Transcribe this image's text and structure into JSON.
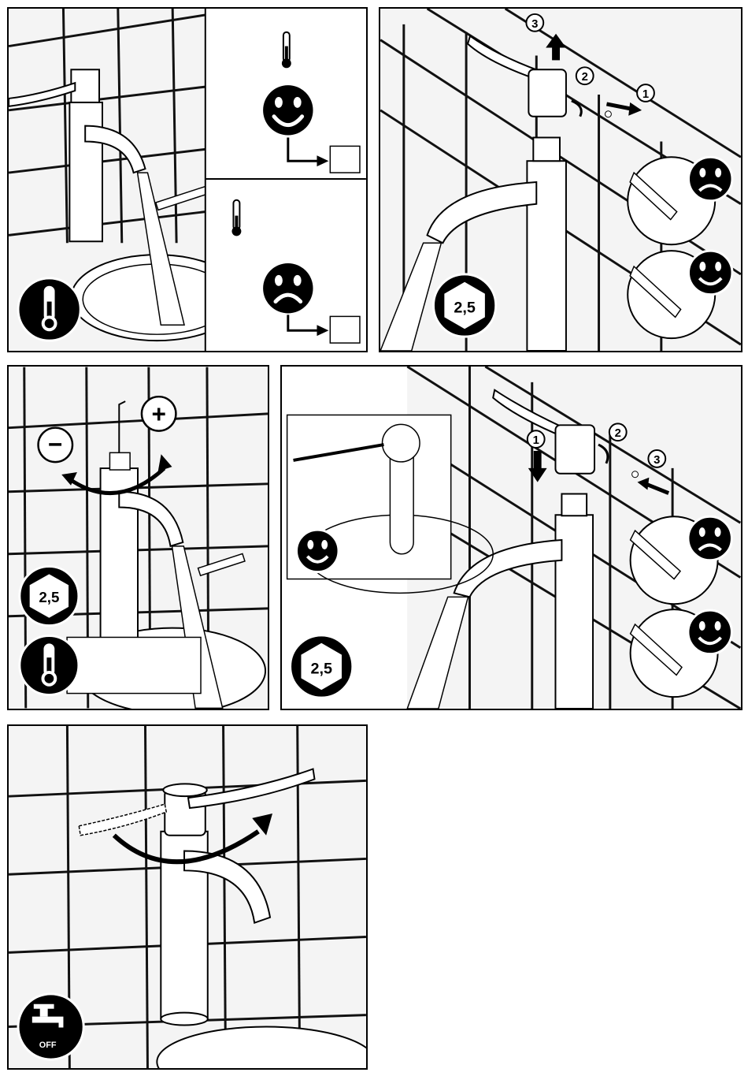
{
  "panels": {
    "p1": {
      "badge": "thermometer-icon"
    },
    "p2": {
      "badge": "hex-key-size",
      "hex_label": "2,5",
      "steps": [
        "1",
        "2",
        "3"
      ]
    },
    "p3": {
      "hex_label": "2,5",
      "minus": "−",
      "plus": "+"
    },
    "p4": {
      "hex_label": "2,5",
      "steps": [
        "1",
        "2",
        "3"
      ]
    },
    "p5": {
      "off_label": "OFF"
    }
  },
  "colors": {
    "ink": "#000000",
    "tile": "#f4f4f4",
    "grout": "#111111",
    "bg": "#ffffff"
  }
}
